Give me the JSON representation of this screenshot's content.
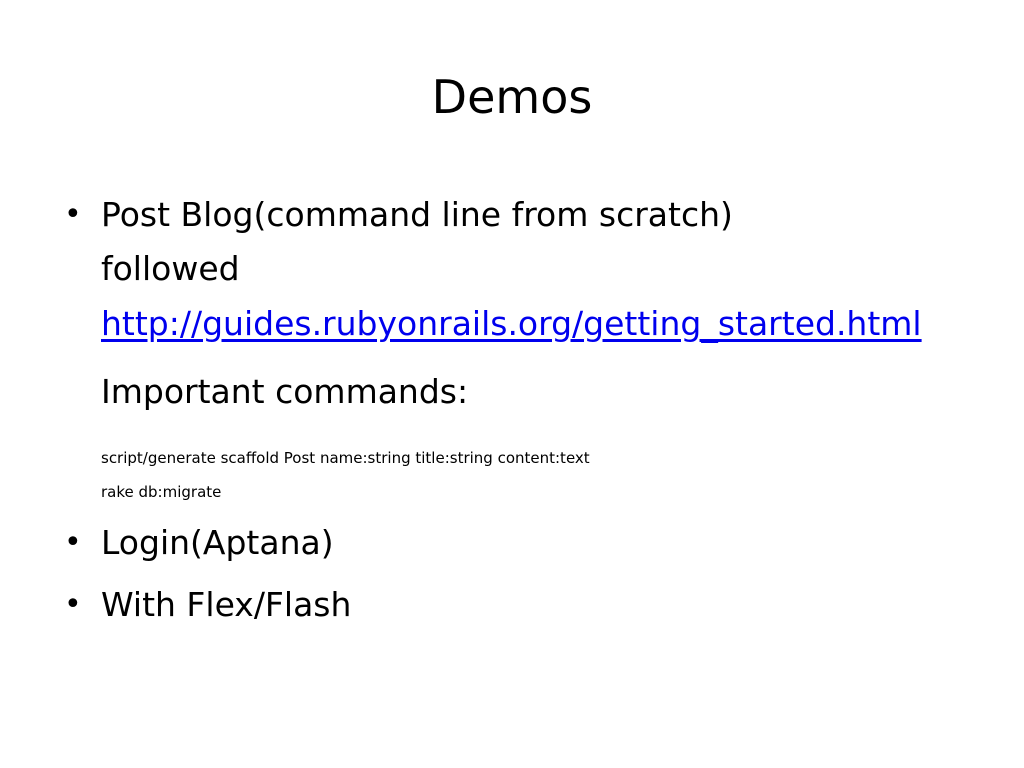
{
  "slide": {
    "title": "Demos",
    "bullets": [
      {
        "text_line1": "Post Blog(command line from scratch)",
        "text_line2": "followed",
        "link": "http://guides.rubyonrails.org/getting_started.html",
        "subheading": "Important commands:",
        "commands": [
          "script/generate scaffold Post name:string title:string content:text",
          "rake db:migrate"
        ]
      },
      {
        "text": "Login(Aptana)"
      },
      {
        "text": "With Flex/Flash"
      }
    ]
  }
}
